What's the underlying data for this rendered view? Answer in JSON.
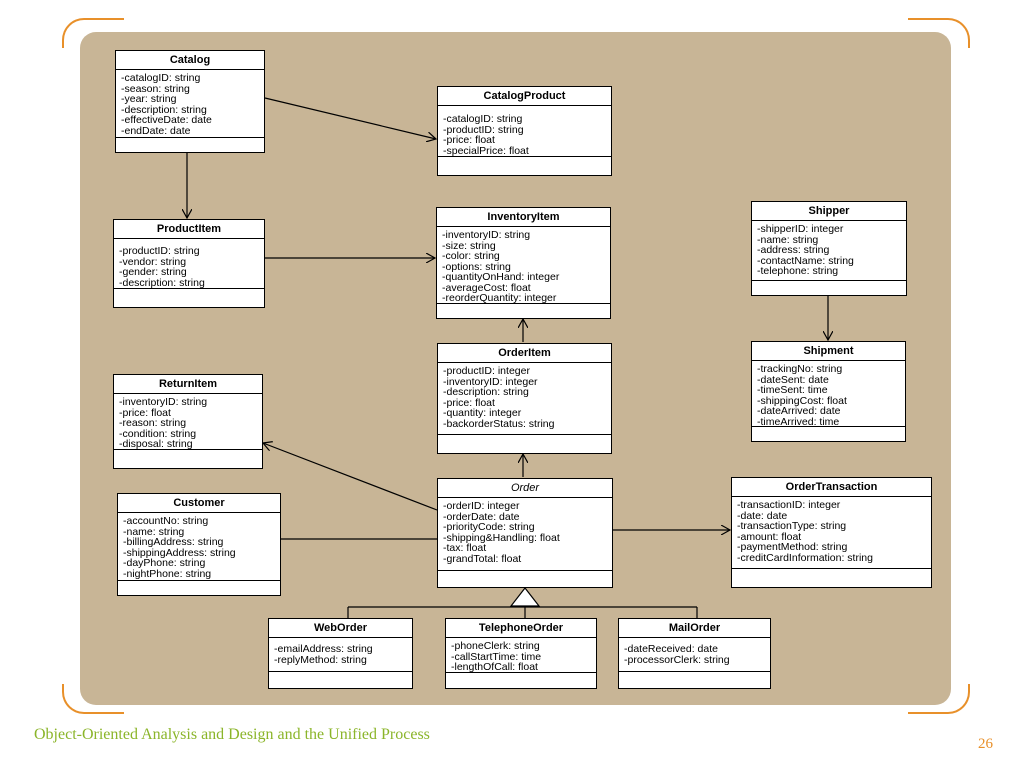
{
  "classes": {
    "catalog": {
      "name": "Catalog",
      "attributes": [
        "-catalogID: string",
        "-season: string",
        "-year: string",
        "-description: string",
        "-effectiveDate: date",
        "-endDate: date"
      ]
    },
    "catalog_product": {
      "name": "CatalogProduct",
      "attributes": [
        "-catalogID: string",
        "-productID: string",
        "-price: float",
        "-specialPrice: float"
      ]
    },
    "product_item": {
      "name": "ProductItem",
      "attributes": [
        "-productID: string",
        "-vendor: string",
        "-gender: string",
        "-description: string"
      ]
    },
    "inventory_item": {
      "name": "InventoryItem",
      "attributes": [
        "-inventoryID: string",
        "-size: string",
        "-color: string",
        "-options: string",
        "-quantityOnHand: integer",
        "-averageCost: float",
        "-reorderQuantity: integer"
      ]
    },
    "shipper": {
      "name": "Shipper",
      "attributes": [
        "-shipperID: integer",
        "-name: string",
        "-address: string",
        "-contactName: string",
        "-telephone: string"
      ]
    },
    "shipment": {
      "name": "Shipment",
      "attributes": [
        "-trackingNo: string",
        "-dateSent: date",
        "-timeSent: time",
        "-shippingCost: float",
        "-dateArrived: date",
        "-timeArrived: time"
      ]
    },
    "order_item": {
      "name": "OrderItem",
      "attributes": [
        "-productID: integer",
        "-inventoryID: integer",
        "-description: string",
        "-price: float",
        "-quantity: integer",
        "-backorderStatus: string"
      ]
    },
    "return_item": {
      "name": "ReturnItem",
      "attributes": [
        "-inventoryID: string",
        "-price: float",
        "-reason: string",
        "-condition: string",
        "-disposal: string"
      ]
    },
    "customer": {
      "name": "Customer",
      "attributes": [
        "-accountNo: string",
        "-name: string",
        "-billingAddress: string",
        "-shippingAddress: string",
        "-dayPhone: string",
        "-nightPhone: string"
      ]
    },
    "order": {
      "name": "Order",
      "attributes": [
        "-orderID: integer",
        "-orderDate: date",
        "-priorityCode: string",
        "-shipping&Handling: float",
        "-tax: float",
        "-grandTotal: float"
      ]
    },
    "order_transaction": {
      "name": "OrderTransaction",
      "attributes": [
        "-transactionID: integer",
        "-date: date",
        "-transactionType: string",
        "-amount: float",
        "-paymentMethod: string",
        "-creditCardInformation: string"
      ]
    },
    "web_order": {
      "name": "WebOrder",
      "attributes": [
        "-emailAddress: string",
        "-replyMethod: string"
      ]
    },
    "telephone_order": {
      "name": "TelephoneOrder",
      "attributes": [
        "-phoneClerk: string",
        "-callStartTime: time",
        "-lengthOfCall: float"
      ]
    },
    "mail_order": {
      "name": "MailOrder",
      "attributes": [
        "-dateReceived: date",
        "-processorClerk: string"
      ]
    }
  },
  "footer": {
    "title": "Object-Oriented Analysis and Design and the Unified Process",
    "page_number": "26"
  },
  "colors": {
    "panel": "#c8b596",
    "accent_orange": "#e8902a",
    "footer_green": "#8bb52a"
  }
}
